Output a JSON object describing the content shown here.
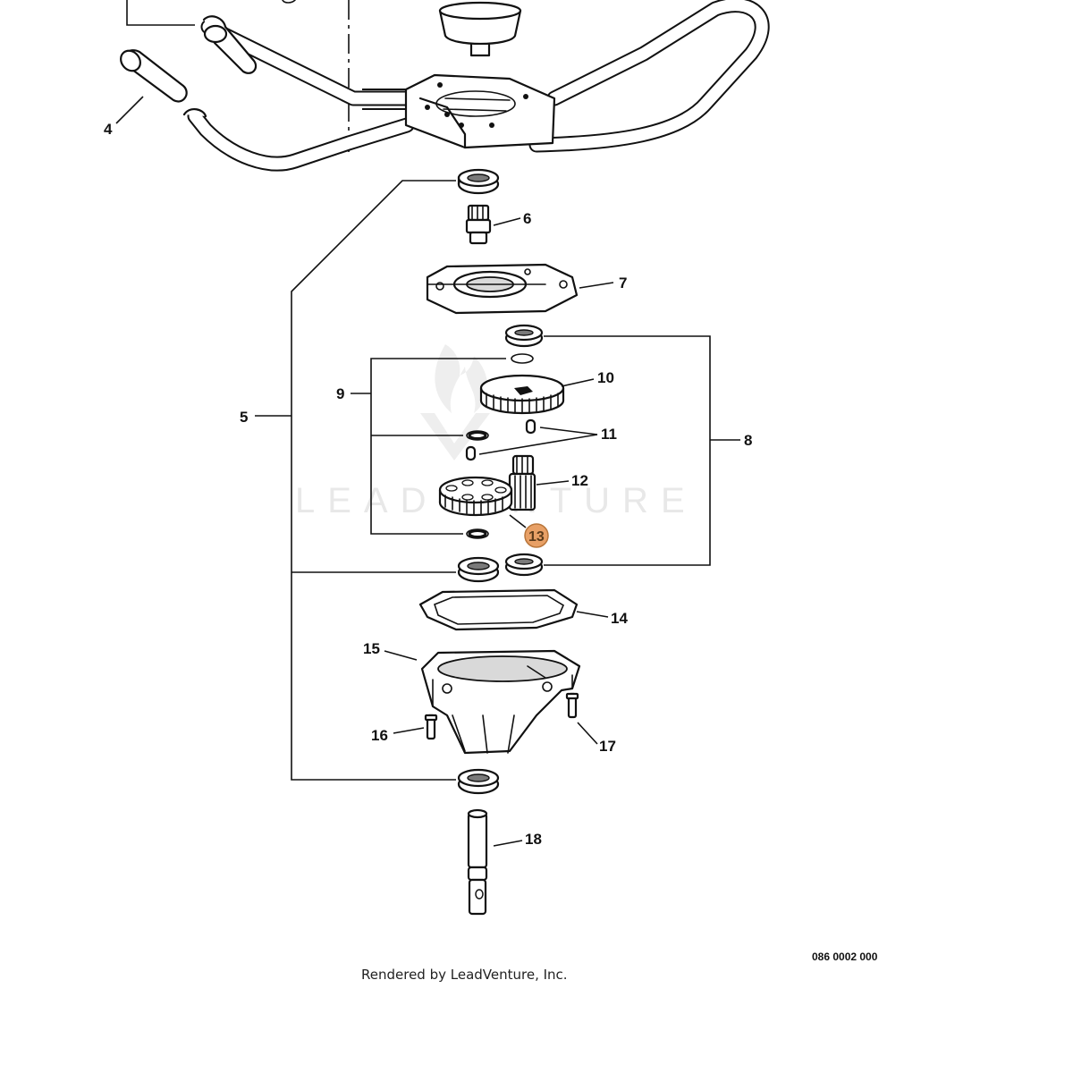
{
  "diagram": {
    "callouts": {
      "c4": "4",
      "c5": "5",
      "c6": "6",
      "c7": "7",
      "c8": "8",
      "c9": "9",
      "c10": "10",
      "c11": "11",
      "c12": "12",
      "c13": "13",
      "c14": "14",
      "c15": "15",
      "c16": "16",
      "c17": "17",
      "c18": "18"
    },
    "highlighted_callout": "13",
    "highlight_color": "#e8a066",
    "watermark": "LEADVENTURE"
  },
  "footer": {
    "drawing_number": "086 0002 000",
    "credit": "Rendered by LeadVenture, Inc."
  }
}
